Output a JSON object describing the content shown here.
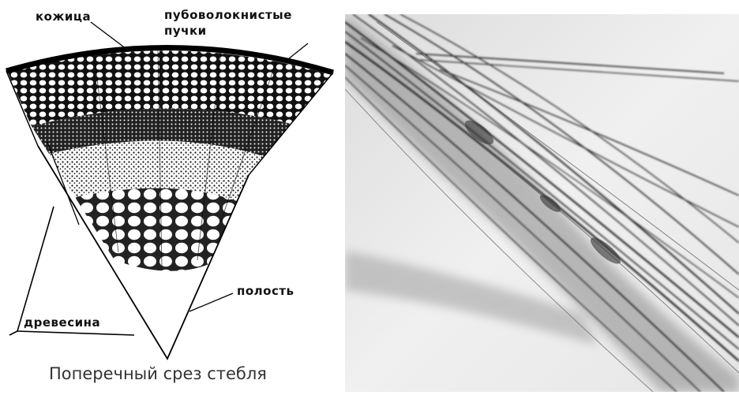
{
  "diagram": {
    "labels": {
      "skin": "кожица",
      "fiber_bundles_line1": "пубоволокнистые",
      "fiber_bundles_line2": "пучки",
      "cavity": "полость",
      "wood": "древесина"
    },
    "caption": "Поперечный срез стебля"
  },
  "photo": {
    "subject": "micrograph-of-fibers"
  }
}
